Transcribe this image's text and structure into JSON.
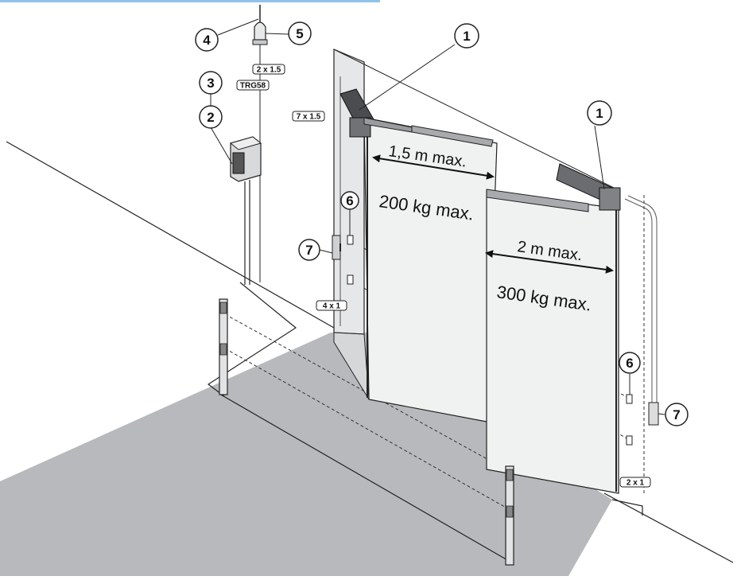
{
  "callouts": {
    "c1a": "1",
    "c1b": "1",
    "c2": "2",
    "c3": "3",
    "c4": "4",
    "c5": "5",
    "c6a": "6",
    "c6b": "6",
    "c7a": "7",
    "c7b": "7"
  },
  "cables": {
    "antenna_power": "2 x 1.5",
    "antenna_coax": "TRG58",
    "motor_cable": "7 x 1.5",
    "photocell_left": "4 x 1",
    "photocell_right": "2 x 1"
  },
  "leaf_small": {
    "width": "1,5 m max.",
    "weight": "200 kg max."
  },
  "leaf_large": {
    "width": "2 m max.",
    "weight": "300 kg max."
  },
  "colors": {
    "floor": "#b7b9bc",
    "leaf": "#f0f1f1",
    "line": "#222222",
    "accent_bar": "#8fc3e8"
  }
}
